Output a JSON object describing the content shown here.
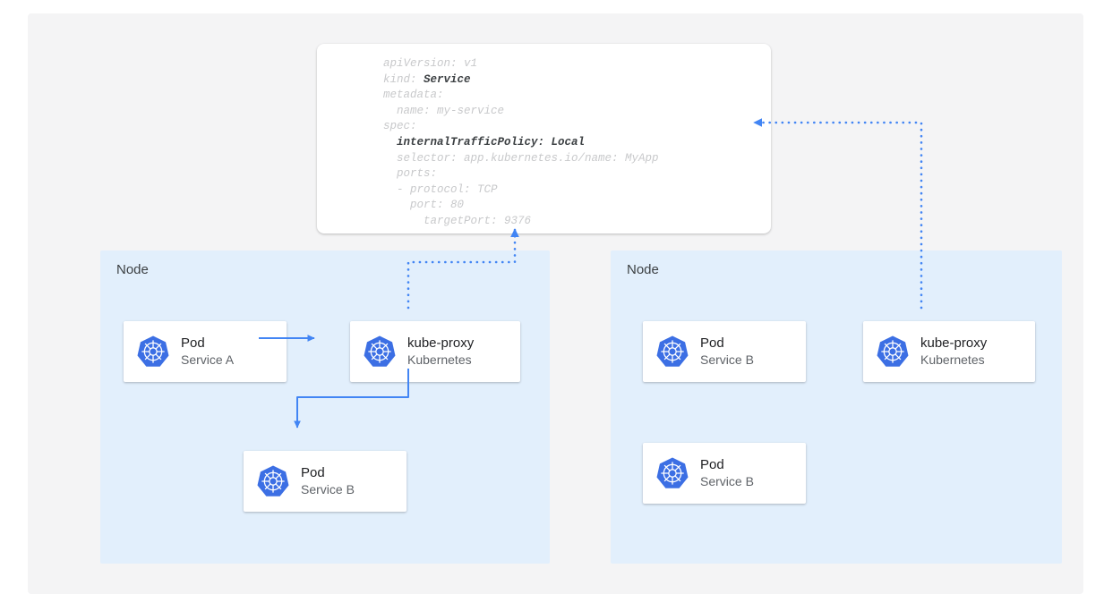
{
  "colors": {
    "canvas_bg": "#f4f4f5",
    "node_bg": "#e2effc",
    "accent_blue": "#4285f4",
    "k8s_blue": "#3c6fe4",
    "text_primary": "#202124",
    "text_secondary": "#5f6368",
    "yaml_muted": "#c8c9cb",
    "yaml_strong": "#3c4043",
    "card_white": "#ffffff"
  },
  "yaml_card": {
    "name": "service-spec-yaml",
    "lines": [
      {
        "text": "apiVersion: v1",
        "bold": false
      },
      {
        "text": "kind: ",
        "bold": false,
        "bold_tail": "Service"
      },
      {
        "text": "metadata:",
        "bold": false
      },
      {
        "text": "  name: my-service",
        "bold": false
      },
      {
        "text": "spec:",
        "bold": false
      },
      {
        "text": "  internalTrafficPolicy: Local",
        "bold": true
      },
      {
        "text": "  selector: app.kubernetes.io/name: MyApp",
        "bold": false
      },
      {
        "text": "  ports:",
        "bold": false
      },
      {
        "text": "  - protocol: TCP",
        "bold": false
      },
      {
        "text": "    port: 80",
        "bold": false
      },
      {
        "text": "      targetPort: 9376",
        "bold": false
      }
    ]
  },
  "nodes": [
    {
      "id": "node-left",
      "label": "Node",
      "cards": [
        {
          "id": "card-pod-a",
          "title": "Pod",
          "subtitle": "Service A",
          "icon": "kubernetes-icon"
        },
        {
          "id": "card-kubeproxy-l",
          "title": "kube-proxy",
          "subtitle": "Kubernetes",
          "icon": "kubernetes-icon"
        },
        {
          "id": "card-pod-b-left",
          "title": "Pod",
          "subtitle": "Service B",
          "icon": "kubernetes-icon"
        }
      ]
    },
    {
      "id": "node-right",
      "label": "Node",
      "cards": [
        {
          "id": "card-pod-b-r1",
          "title": "Pod",
          "subtitle": "Service B",
          "icon": "kubernetes-icon"
        },
        {
          "id": "card-kubeproxy-r",
          "title": "kube-proxy",
          "subtitle": "Kubernetes",
          "icon": "kubernetes-icon"
        },
        {
          "id": "card-pod-b-r2",
          "title": "Pod",
          "subtitle": "Service B",
          "icon": "kubernetes-icon"
        }
      ]
    }
  ],
  "connectors": [
    {
      "name": "pod-a-to-kube-proxy",
      "style": "solid",
      "from": "card-pod-a",
      "to": "card-kubeproxy-l",
      "arrowhead": "right"
    },
    {
      "name": "kube-proxy-to-pod-b",
      "style": "solid",
      "from": "card-kubeproxy-l",
      "to": "card-pod-b-left",
      "arrowhead": "down"
    },
    {
      "name": "kube-proxy-left-to-service",
      "style": "dotted",
      "from": "card-kubeproxy-l",
      "to": "service-spec-yaml",
      "arrowhead": "up"
    },
    {
      "name": "kube-proxy-right-to-service",
      "style": "dotted",
      "from": "card-kubeproxy-r",
      "to": "service-spec-yaml",
      "arrowhead": "left"
    }
  ]
}
